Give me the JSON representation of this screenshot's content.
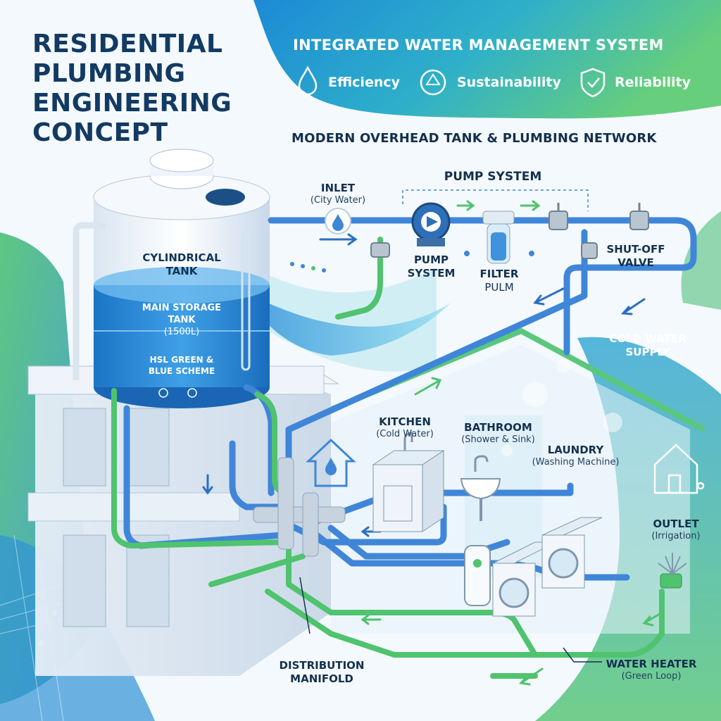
{
  "title_lines": [
    "RESIDENTIAL",
    "PLUMBING",
    "ENGINEERING",
    "CONCEPT"
  ],
  "header": {
    "headline": "INTEGRATED WATER MANAGEMENT SYSTEM",
    "pillars": [
      {
        "icon": "droplet-icon",
        "label": "Efficiency"
      },
      {
        "icon": "recycle-icon",
        "label": "Sustainability"
      },
      {
        "icon": "shield-check-icon",
        "label": "Reliability"
      }
    ]
  },
  "subheadline": "MODERN OVERHEAD TANK & PLUMBING NETWORK",
  "tank": {
    "name_lines": [
      "CYLINDRICAL",
      "TANK"
    ],
    "storage_lines": [
      "MAIN STORAGE",
      "TANK"
    ],
    "capacity": "(1500L)",
    "scheme_lines": [
      "HSL GREEN &",
      "BLUE SCHEME"
    ]
  },
  "callouts": {
    "inlet": {
      "title": "INLET",
      "detail": "(City Water)"
    },
    "pump_top": {
      "title": "PUMP SYSTEM"
    },
    "pump": {
      "lines": [
        "PUMP",
        "SYSTEM"
      ]
    },
    "filter": {
      "lines": [
        "FILTER",
        "PULM"
      ]
    },
    "shutoff": {
      "lines": [
        "SHUT-OFF",
        "VALVE"
      ]
    },
    "cold_supply": {
      "lines": [
        "COLD WATER",
        "SUPPLY"
      ]
    },
    "kitchen": {
      "title": "KITCHEN",
      "detail": "(Cold Water)"
    },
    "bathroom": {
      "title": "BATHROOM",
      "detail": "(Shower & Sink)"
    },
    "laundry": {
      "title": "LAUNDRY",
      "detail": "(Washing Machine)"
    },
    "outlet": {
      "title": "OUTLET",
      "detail": "(Irrigation)"
    },
    "manifold": {
      "lines": [
        "DISTRIBUTION",
        "MANIFOLD"
      ]
    },
    "heater": {
      "title": "WATER HEATER",
      "detail": "(Green Loop)"
    }
  },
  "colors": {
    "blue_pipe": "#3f86d8",
    "green_pipe": "#4fc36e",
    "navy_text": "#13304d",
    "header_gradient_start": "#1f8fd6",
    "header_gradient_end": "#5dc87b"
  }
}
